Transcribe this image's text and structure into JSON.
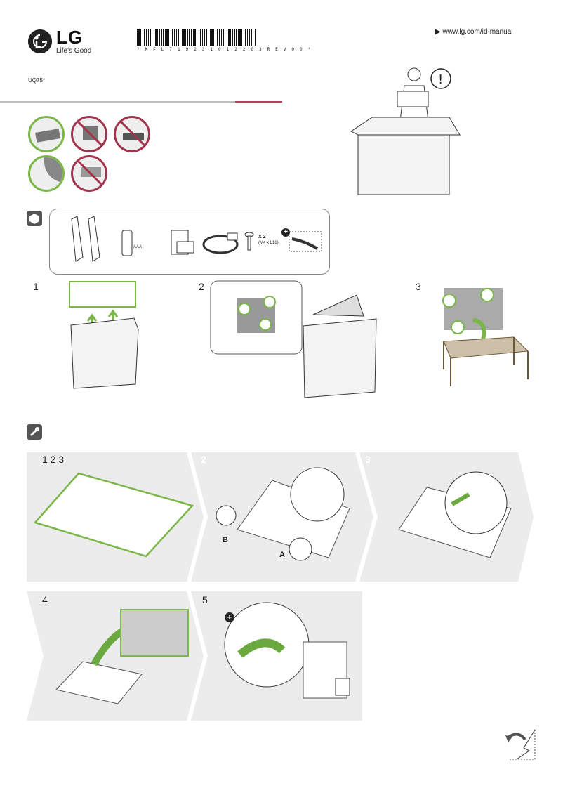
{
  "header": {
    "brand": "LG",
    "tagline": "Life's Good",
    "barcode_text": "* M F L 7 1 9 2 3 1 0 1 2 2 0 3 R E V 0 0 *",
    "url": "▶ www.lg.com/id-manual",
    "model": "UQ75*"
  },
  "accessories": {
    "remote_label": "AAA",
    "screw_count": "X 2",
    "screw_size": "(M4 x L16)",
    "optional_mark": "+"
  },
  "unpacking_steps": [
    "1",
    "2",
    "3"
  ],
  "assembly_steps": {
    "step_1": "1 2 3",
    "step_2": "2",
    "step_3": "3",
    "step_4": "4",
    "step_5": "5",
    "label_a": "A",
    "label_b": "B"
  },
  "icons": {
    "box_icon": "package-icon",
    "tool_icon": "screwdriver-icon",
    "page_turn": "page-turn-icon"
  },
  "colors": {
    "ok_green": "#7ab648",
    "prohibit_red": "#a4344e",
    "rule_pink": "#c4365f",
    "panel_grey": "#ececec"
  }
}
